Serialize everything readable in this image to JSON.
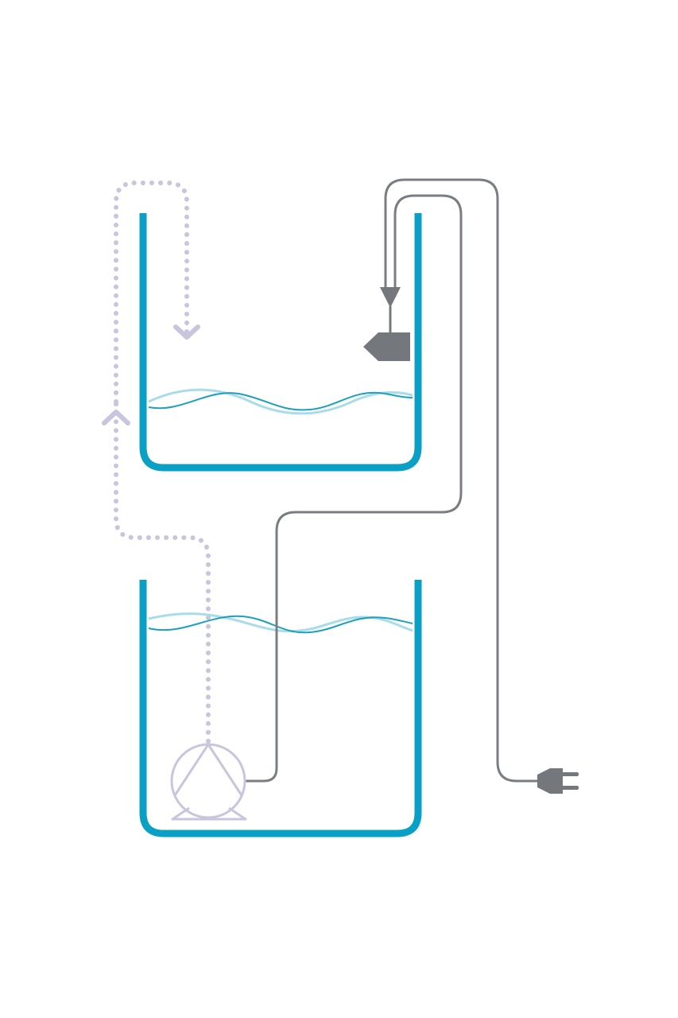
{
  "diagram": {
    "components": [
      "upper-tank",
      "lower-tank",
      "submersible-pump",
      "float-switch",
      "power-plug",
      "water-flow-path",
      "power-cable"
    ]
  },
  "colors": {
    "tank": "#0a9fc4",
    "wave_light": "#a9dcea",
    "wave_dark": "#1d9fc0",
    "cable": "#7a7e83",
    "device": "#74787d",
    "flow": "#c9c5dc",
    "pump": "#c9c5dc",
    "background": "#ffffff"
  },
  "icons": {
    "pump": "submersible-pump-icon",
    "float_switch": "float-switch-icon",
    "plug": "power-plug-icon",
    "flow_arrow_down": "arrow-down-icon",
    "flow_arrow_up": "arrow-up-icon"
  }
}
